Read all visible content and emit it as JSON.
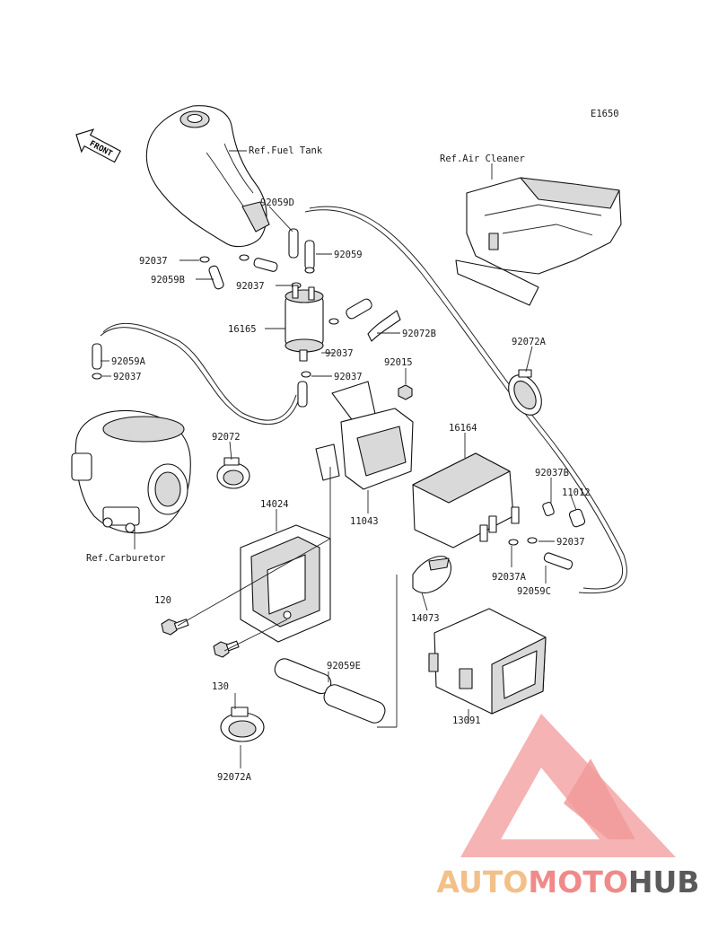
{
  "diagram_code": "E1650",
  "front_label": "FRONT",
  "ref_labels": {
    "fuel_tank": "Ref.Fuel Tank",
    "air_cleaner": "Ref.Air Cleaner",
    "carburetor": "Ref.Carburetor"
  },
  "part_labels": {
    "p92059D": "92059D",
    "p92037_a": "92037",
    "p92059": "92059",
    "p92059B": "92059B",
    "p92037_b": "92037",
    "p16165": "16165",
    "p92072B": "92072B",
    "p92037_c": "92037",
    "p92037_d": "92037",
    "p92015": "92015",
    "p92072A_top": "92072A",
    "p92059A": "92059A",
    "p92037_e": "92037",
    "p92072": "92072",
    "p16164": "16164",
    "p92037B": "92037B",
    "p11012": "11012",
    "p11043": "11043",
    "p14024": "14024",
    "p92037_f": "92037",
    "p92037A": "92037A",
    "p92059C": "92059C",
    "p120": "120",
    "p14073": "14073",
    "p92059E": "92059E",
    "p130": "130",
    "p13091": "13091",
    "p92072A_bottom": "92072A"
  },
  "watermark": {
    "part1": "AUTO",
    "part2": "MOTO",
    "part3": "HUB",
    "colors": {
      "auto": "#f2c089",
      "moto": "#f08a8a",
      "hub": "#5a5a5a",
      "triangle": "#f29a9a"
    }
  }
}
